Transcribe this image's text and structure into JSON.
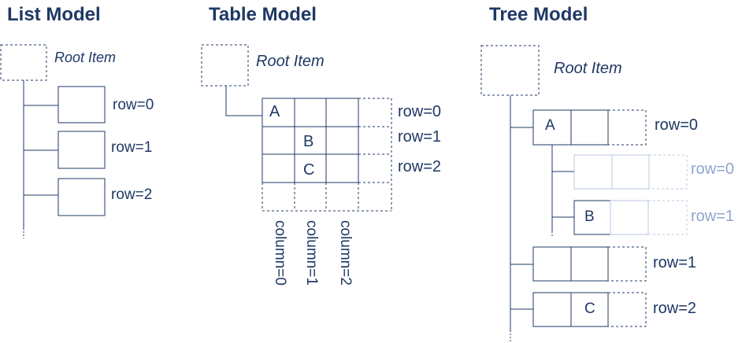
{
  "list_model": {
    "title": "List Model",
    "root_label": "Root Item",
    "rows": [
      "row=0",
      "row=1",
      "row=2"
    ]
  },
  "table_model": {
    "title": "Table Model",
    "root_label": "Root Item",
    "rows": [
      "row=0",
      "row=1",
      "row=2"
    ],
    "columns": [
      "column=0",
      "column=1",
      "column=2"
    ],
    "cells": {
      "a": "A",
      "b": "B",
      "c": "C"
    }
  },
  "tree_model": {
    "title": "Tree Model",
    "root_label": "Root Item",
    "rows": [
      "row=0",
      "row=1",
      "row=2"
    ],
    "child_rows": [
      "row=0",
      "row=1"
    ],
    "cells": {
      "a": "A",
      "b": "B",
      "c": "C"
    }
  },
  "colors": {
    "primary": "#1f3864",
    "faded": "#8fa6cc",
    "faded_border": "#b8c7e0"
  }
}
